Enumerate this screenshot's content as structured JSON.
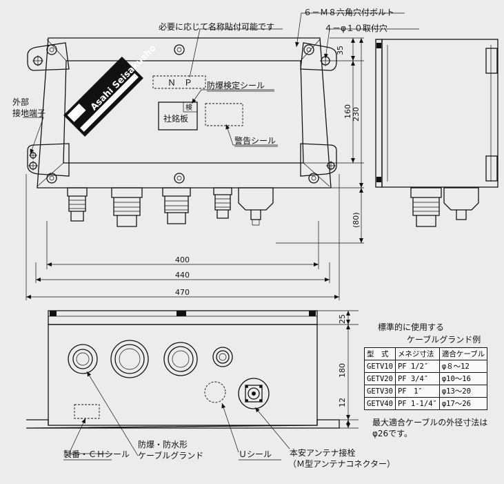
{
  "labels": {
    "bolt": "６－Ｍ８六角穴付ボルト",
    "hole": "４－φ１０取付穴",
    "np_note": "必要に応じて名称貼付可能です",
    "np": "Ｎ　Ｐ",
    "ex_seal": "防爆検定シール",
    "inspect": "検",
    "nameplate": "社銘板",
    "warn_seal": "警告シール",
    "ground_1": "外部",
    "ground_2": "接地端子",
    "serial_seal": "製番・ＣＨシール",
    "gland_1": "防爆・防水形",
    "gland_2": "ケーブルグランド",
    "u_seal": "Ｕシール",
    "antenna_1": "本安アンテナ接栓",
    "antenna_2": "（Ｍ型アンテナコネクター）",
    "brand": "Asahi Seisakusho"
  },
  "dimensions": {
    "d35": "35",
    "d160": "160",
    "d230": "230",
    "d80": "(80)",
    "d400": "400",
    "d440": "440",
    "d470": "470",
    "d25": "25",
    "d180": "180",
    "d12": "12"
  },
  "table": {
    "title_1": "標準的に使用する",
    "title_2": "ケーブルグランド例",
    "headers": [
      "型　式",
      "メネジ寸法",
      "適合ケーブル"
    ],
    "rows": [
      [
        "GETV10",
        "PF 1/2″",
        "φ８～12"
      ],
      [
        "GETV20",
        "PF 3/4″",
        "φ10～16"
      ],
      [
        "GETV30",
        "PF　1″",
        "φ13～20"
      ],
      [
        "GETV40",
        "PF 1-1/4″",
        "φ17～26"
      ]
    ],
    "note_1": "最大適合ケーブルの外径寸法は",
    "note_2": "φ26です。"
  },
  "colors": {
    "line": "#111111",
    "paper": "#ececec"
  }
}
